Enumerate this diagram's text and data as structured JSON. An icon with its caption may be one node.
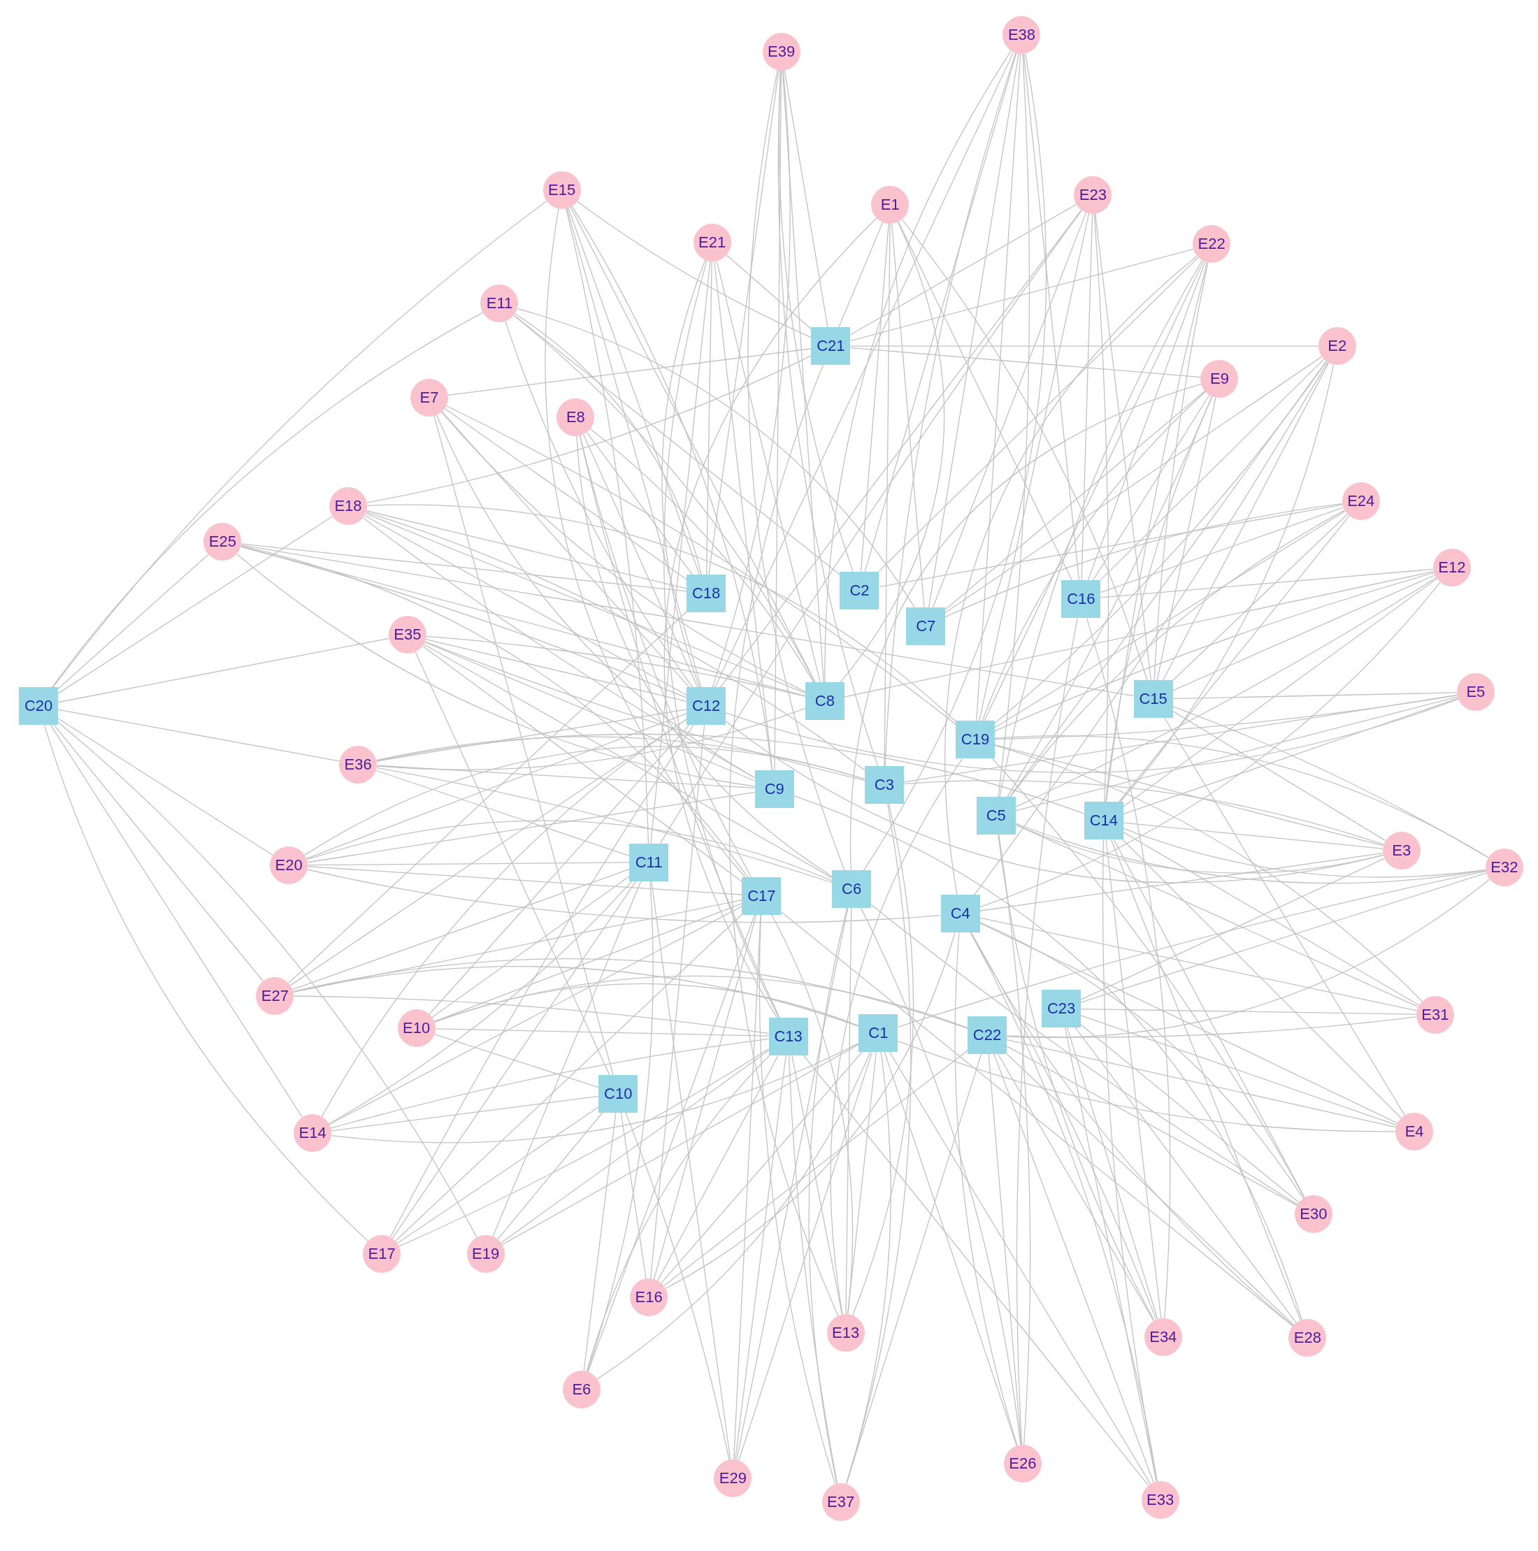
{
  "diagram": {
    "nodes": [
      {
        "text": [
          "E38"
        ]
      },
      {
        "text": [
          "E39"
        ]
      },
      {
        "text": [
          "E15"
        ]
      },
      {
        "text": [
          "E23"
        ]
      },
      {
        "text": [
          "E1"
        ]
      },
      {
        "text": [
          "E21"
        ]
      },
      {
        "text": [
          "E22"
        ]
      },
      {
        "text": [
          "E11"
        ]
      },
      {
        "text": [
          "C21"
        ]
      },
      {
        "text": [
          "E2"
        ]
      },
      {
        "text": [
          "E9"
        ]
      },
      {
        "text": [
          "E7"
        ]
      },
      {
        "text": [
          "E8"
        ]
      },
      {
        "text": [
          "E24"
        ]
      },
      {
        "text": [
          "E18"
        ]
      },
      {
        "text": [
          "E25"
        ]
      },
      {
        "text": [
          "E12"
        ]
      },
      {
        "text": [
          "C2"
        ]
      },
      {
        "text": [
          "C18"
        ]
      },
      {
        "text": [
          "C16"
        ]
      },
      {
        "text": [
          "C7"
        ]
      },
      {
        "text": [
          "E35"
        ]
      },
      {
        "text": [
          "E5"
        ]
      },
      {
        "text": [
          "C15"
        ]
      },
      {
        "text": [
          "C8"
        ]
      },
      {
        "text": [
          "C12"
        ]
      },
      {
        "text": [
          "C20"
        ]
      },
      {
        "text": [
          "C19"
        ]
      },
      {
        "text": [
          "E36"
        ]
      },
      {
        "text": [
          "C3"
        ]
      },
      {
        "text": [
          "C9"
        ]
      },
      {
        "text": [
          "C5"
        ]
      },
      {
        "text": [
          "C14"
        ]
      },
      {
        "text": [
          "E3"
        ]
      },
      {
        "text": [
          "C11"
        ]
      },
      {
        "text": [
          "E20"
        ]
      },
      {
        "text": [
          "E32"
        ]
      },
      {
        "text": [
          "C6"
        ]
      },
      {
        "text": [
          "C17"
        ]
      },
      {
        "text": [
          "C4"
        ]
      },
      {
        "text": [
          "E27"
        ]
      },
      {
        "text": [
          "C23"
        ]
      },
      {
        "text": [
          "E31"
        ]
      },
      {
        "text": [
          "E10"
        ]
      },
      {
        "text": [
          "C1"
        ]
      },
      {
        "text": [
          "C22"
        ]
      },
      {
        "text": [
          "C13"
        ]
      },
      {
        "text": [
          "C10"
        ]
      },
      {
        "text": [
          "E4"
        ]
      },
      {
        "text": [
          "E14"
        ]
      },
      {
        "text": [
          "E30"
        ]
      },
      {
        "text": [
          "E17"
        ]
      },
      {
        "text": [
          "E19"
        ]
      },
      {
        "text": [
          "E16"
        ]
      },
      {
        "text": [
          "E13"
        ]
      },
      {
        "text": [
          "E34"
        ]
      },
      {
        "text": [
          "E28"
        ]
      },
      {
        "text": [
          "E6"
        ]
      },
      {
        "text": [
          "E26"
        ]
      },
      {
        "text": [
          "E29"
        ]
      },
      {
        "text": [
          "E33"
        ]
      },
      {
        "text": [
          "E37"
        ]
      }
    ],
    "edges": [
      {
        "from": 0,
        "to": 17,
        "arrow": "none"
      },
      {
        "from": 0,
        "to": 20,
        "arrow": "none"
      },
      {
        "from": 0,
        "to": 19,
        "arrow": "none"
      },
      {
        "from": 0,
        "to": 27,
        "arrow": "none"
      },
      {
        "from": 0,
        "to": 31,
        "arrow": "none"
      },
      {
        "from": 0,
        "to": 29,
        "arrow": "none"
      },
      {
        "from": 0,
        "to": 37,
        "arrow": "none"
      },
      {
        "from": 0,
        "to": 25,
        "arrow": "none"
      },
      {
        "from": 0,
        "to": 24,
        "arrow": "none"
      },
      {
        "from": 1,
        "to": 8,
        "arrow": "none"
      },
      {
        "from": 1,
        "to": 18,
        "arrow": "none"
      },
      {
        "from": 1,
        "to": 17,
        "arrow": "none"
      },
      {
        "from": 1,
        "to": 24,
        "arrow": "none"
      },
      {
        "from": 1,
        "to": 25,
        "arrow": "none"
      },
      {
        "from": 1,
        "to": 30,
        "arrow": "none"
      },
      {
        "from": 1,
        "to": 29,
        "arrow": "none"
      },
      {
        "from": 1,
        "to": 37,
        "arrow": "none"
      },
      {
        "from": 2,
        "to": 8,
        "arrow": "none"
      },
      {
        "from": 2,
        "to": 18,
        "arrow": "none"
      },
      {
        "from": 2,
        "to": 25,
        "arrow": "none"
      },
      {
        "from": 2,
        "to": 24,
        "arrow": "none"
      },
      {
        "from": 2,
        "to": 34,
        "arrow": "none"
      },
      {
        "from": 2,
        "to": 38,
        "arrow": "none"
      },
      {
        "from": 2,
        "to": 26,
        "arrow": "none"
      },
      {
        "from": 2,
        "to": 30,
        "arrow": "none"
      },
      {
        "from": 4,
        "to": 8,
        "arrow": "none"
      },
      {
        "from": 4,
        "to": 17,
        "arrow": "none"
      },
      {
        "from": 4,
        "to": 20,
        "arrow": "none"
      },
      {
        "from": 4,
        "to": 19,
        "arrow": "none"
      },
      {
        "from": 4,
        "to": 24,
        "arrow": "none"
      },
      {
        "from": 4,
        "to": 29,
        "arrow": "none"
      },
      {
        "from": 4,
        "to": 46,
        "arrow": "none"
      },
      {
        "from": 4,
        "to": 23,
        "arrow": "none"
      },
      {
        "from": 3,
        "to": 8,
        "arrow": "none"
      },
      {
        "from": 3,
        "to": 19,
        "arrow": "none"
      },
      {
        "from": 3,
        "to": 20,
        "arrow": "none"
      },
      {
        "from": 3,
        "to": 27,
        "arrow": "none"
      },
      {
        "from": 3,
        "to": 34,
        "arrow": "none"
      },
      {
        "from": 3,
        "to": 23,
        "arrow": "none"
      },
      {
        "from": 3,
        "to": 32,
        "arrow": "none"
      },
      {
        "from": 3,
        "to": 25,
        "arrow": "none"
      },
      {
        "from": 5,
        "to": 8,
        "arrow": "none"
      },
      {
        "from": 5,
        "to": 18,
        "arrow": "none"
      },
      {
        "from": 5,
        "to": 25,
        "arrow": "none"
      },
      {
        "from": 5,
        "to": 24,
        "arrow": "none"
      },
      {
        "from": 5,
        "to": 30,
        "arrow": "none"
      },
      {
        "from": 5,
        "to": 46,
        "arrow": "none"
      },
      {
        "from": 5,
        "to": 34,
        "arrow": "none"
      },
      {
        "from": 6,
        "to": 8,
        "arrow": "none"
      },
      {
        "from": 6,
        "to": 19,
        "arrow": "none"
      },
      {
        "from": 6,
        "to": 23,
        "arrow": "none"
      },
      {
        "from": 6,
        "to": 17,
        "arrow": "none"
      },
      {
        "from": 6,
        "to": 31,
        "arrow": "none"
      },
      {
        "from": 6,
        "to": 32,
        "arrow": "none"
      },
      {
        "from": 6,
        "to": 27,
        "arrow": "none"
      },
      {
        "from": 6,
        "to": 39,
        "arrow": "none"
      },
      {
        "from": 7,
        "to": 18,
        "arrow": "none"
      },
      {
        "from": 7,
        "to": 25,
        "arrow": "none"
      },
      {
        "from": 7,
        "to": 24,
        "arrow": "none"
      },
      {
        "from": 7,
        "to": 17,
        "arrow": "none"
      },
      {
        "from": 7,
        "to": 20,
        "arrow": "none"
      },
      {
        "from": 7,
        "to": 26,
        "arrow": "none"
      },
      {
        "from": 9,
        "to": 8,
        "arrow": "none"
      },
      {
        "from": 9,
        "to": 19,
        "arrow": "none"
      },
      {
        "from": 9,
        "to": 23,
        "arrow": "none"
      },
      {
        "from": 9,
        "to": 32,
        "arrow": "none"
      },
      {
        "from": 9,
        "to": 27,
        "arrow": "none"
      },
      {
        "from": 9,
        "to": 20,
        "arrow": "none"
      },
      {
        "from": 9,
        "to": 31,
        "arrow": "none"
      },
      {
        "from": 9,
        "to": 39,
        "arrow": "none"
      },
      {
        "from": 10,
        "to": 8,
        "arrow": "none"
      },
      {
        "from": 10,
        "to": 19,
        "arrow": "none"
      },
      {
        "from": 10,
        "to": 23,
        "arrow": "none"
      },
      {
        "from": 10,
        "to": 20,
        "arrow": "none"
      },
      {
        "from": 10,
        "to": 27,
        "arrow": "none"
      },
      {
        "from": 10,
        "to": 32,
        "arrow": "none"
      },
      {
        "from": 10,
        "to": 31,
        "arrow": "none"
      },
      {
        "from": 10,
        "to": 37,
        "arrow": "none"
      },
      {
        "from": 11,
        "to": 8,
        "arrow": "none"
      },
      {
        "from": 11,
        "to": 18,
        "arrow": "none"
      },
      {
        "from": 11,
        "to": 25,
        "arrow": "none"
      },
      {
        "from": 11,
        "to": 24,
        "arrow": "none"
      },
      {
        "from": 11,
        "to": 27,
        "arrow": "none"
      },
      {
        "from": 11,
        "to": 30,
        "arrow": "none"
      },
      {
        "from": 11,
        "to": 47,
        "arrow": "none"
      },
      {
        "from": 12,
        "to": 18,
        "arrow": "none"
      },
      {
        "from": 12,
        "to": 25,
        "arrow": "none"
      },
      {
        "from": 12,
        "to": 24,
        "arrow": "none"
      },
      {
        "from": 12,
        "to": 38,
        "arrow": "none"
      },
      {
        "from": 12,
        "to": 37,
        "arrow": "none"
      },
      {
        "from": 12,
        "to": 46,
        "arrow": "none"
      },
      {
        "from": 13,
        "to": 19,
        "arrow": "none"
      },
      {
        "from": 13,
        "to": 23,
        "arrow": "none"
      },
      {
        "from": 13,
        "to": 32,
        "arrow": "none"
      },
      {
        "from": 13,
        "to": 20,
        "arrow": "none"
      },
      {
        "from": 13,
        "to": 17,
        "arrow": "none"
      },
      {
        "from": 13,
        "to": 27,
        "arrow": "none"
      },
      {
        "from": 13,
        "to": 31,
        "arrow": "none"
      },
      {
        "from": 14,
        "to": 8,
        "arrow": "none"
      },
      {
        "from": 14,
        "to": 18,
        "arrow": "none"
      },
      {
        "from": 14,
        "to": 25,
        "arrow": "none"
      },
      {
        "from": 14,
        "to": 24,
        "arrow": "none"
      },
      {
        "from": 14,
        "to": 30,
        "arrow": "none"
      },
      {
        "from": 14,
        "to": 29,
        "arrow": "none"
      },
      {
        "from": 14,
        "to": 26,
        "arrow": "none"
      },
      {
        "from": 14,
        "to": 27,
        "arrow": "none"
      },
      {
        "from": 15,
        "to": 26,
        "arrow": "none"
      },
      {
        "from": 15,
        "to": 18,
        "arrow": "none"
      },
      {
        "from": 15,
        "to": 25,
        "arrow": "none"
      },
      {
        "from": 15,
        "to": 30,
        "arrow": "none"
      },
      {
        "from": 15,
        "to": 38,
        "arrow": "none"
      },
      {
        "from": 15,
        "to": 24,
        "arrow": "none"
      },
      {
        "from": 15,
        "to": 23,
        "arrow": "none"
      },
      {
        "from": 16,
        "to": 19,
        "arrow": "none"
      },
      {
        "from": 16,
        "to": 23,
        "arrow": "none"
      },
      {
        "from": 16,
        "to": 32,
        "arrow": "none"
      },
      {
        "from": 16,
        "to": 27,
        "arrow": "none"
      },
      {
        "from": 16,
        "to": 24,
        "arrow": "none"
      },
      {
        "from": 16,
        "to": 31,
        "arrow": "none"
      },
      {
        "from": 16,
        "to": 39,
        "arrow": "none"
      },
      {
        "from": 21,
        "to": 25,
        "arrow": "none"
      },
      {
        "from": 21,
        "to": 24,
        "arrow": "none"
      },
      {
        "from": 21,
        "to": 30,
        "arrow": "none"
      },
      {
        "from": 21,
        "to": 29,
        "arrow": "none"
      },
      {
        "from": 21,
        "to": 38,
        "arrow": "none"
      },
      {
        "from": 21,
        "to": 37,
        "arrow": "none"
      },
      {
        "from": 21,
        "to": 26,
        "arrow": "none"
      },
      {
        "from": 21,
        "to": 47,
        "arrow": "none"
      },
      {
        "from": 22,
        "to": 23,
        "arrow": "none"
      },
      {
        "from": 22,
        "to": 32,
        "arrow": "none"
      },
      {
        "from": 22,
        "to": 27,
        "arrow": "none"
      },
      {
        "from": 22,
        "to": 25,
        "arrow": "none"
      },
      {
        "from": 22,
        "to": 31,
        "arrow": "none"
      },
      {
        "from": 22,
        "to": 29,
        "arrow": "none"
      },
      {
        "from": 28,
        "to": 25,
        "arrow": "none"
      },
      {
        "from": 28,
        "to": 24,
        "arrow": "none"
      },
      {
        "from": 28,
        "to": 30,
        "arrow": "none"
      },
      {
        "from": 28,
        "to": 29,
        "arrow": "none"
      },
      {
        "from": 28,
        "to": 34,
        "arrow": "none"
      },
      {
        "from": 28,
        "to": 37,
        "arrow": "none"
      },
      {
        "from": 28,
        "to": 26,
        "arrow": "none"
      },
      {
        "from": 28,
        "to": 32,
        "arrow": "none"
      },
      {
        "from": 33,
        "to": 32,
        "arrow": "none"
      },
      {
        "from": 33,
        "to": 23,
        "arrow": "none"
      },
      {
        "from": 33,
        "to": 31,
        "arrow": "none"
      },
      {
        "from": 33,
        "to": 29,
        "arrow": "none"
      },
      {
        "from": 33,
        "to": 27,
        "arrow": "none"
      },
      {
        "from": 33,
        "to": 39,
        "arrow": "none"
      },
      {
        "from": 33,
        "to": 41,
        "arrow": "none"
      },
      {
        "from": 33,
        "to": 25,
        "arrow": "none"
      },
      {
        "from": 35,
        "to": 34,
        "arrow": "none"
      },
      {
        "from": 35,
        "to": 25,
        "arrow": "none"
      },
      {
        "from": 35,
        "to": 30,
        "arrow": "none"
      },
      {
        "from": 35,
        "to": 38,
        "arrow": "none"
      },
      {
        "from": 35,
        "to": 37,
        "arrow": "none"
      },
      {
        "from": 35,
        "to": 29,
        "arrow": "none"
      },
      {
        "from": 35,
        "to": 26,
        "arrow": "none"
      },
      {
        "from": 35,
        "to": 39,
        "arrow": "none"
      },
      {
        "from": 36,
        "to": 32,
        "arrow": "none"
      },
      {
        "from": 36,
        "to": 23,
        "arrow": "none"
      },
      {
        "from": 36,
        "to": 31,
        "arrow": "none"
      },
      {
        "from": 36,
        "to": 27,
        "arrow": "none"
      },
      {
        "from": 36,
        "to": 41,
        "arrow": "none"
      },
      {
        "from": 36,
        "to": 45,
        "arrow": "none"
      },
      {
        "from": 36,
        "to": 44,
        "arrow": "none"
      },
      {
        "from": 40,
        "to": 34,
        "arrow": "none"
      },
      {
        "from": 40,
        "to": 25,
        "arrow": "none"
      },
      {
        "from": 40,
        "to": 38,
        "arrow": "none"
      },
      {
        "from": 40,
        "to": 46,
        "arrow": "none"
      },
      {
        "from": 40,
        "to": 44,
        "arrow": "none"
      },
      {
        "from": 40,
        "to": 45,
        "arrow": "none"
      },
      {
        "from": 40,
        "to": 26,
        "arrow": "none"
      },
      {
        "from": 40,
        "to": 18,
        "arrow": "none"
      },
      {
        "from": 42,
        "to": 32,
        "arrow": "none"
      },
      {
        "from": 42,
        "to": 41,
        "arrow": "none"
      },
      {
        "from": 42,
        "to": 45,
        "arrow": "none"
      },
      {
        "from": 42,
        "to": 39,
        "arrow": "none"
      },
      {
        "from": 42,
        "to": 31,
        "arrow": "none"
      },
      {
        "from": 42,
        "to": 27,
        "arrow": "none"
      },
      {
        "from": 43,
        "to": 34,
        "arrow": "none"
      },
      {
        "from": 43,
        "to": 46,
        "arrow": "none"
      },
      {
        "from": 43,
        "to": 44,
        "arrow": "none"
      },
      {
        "from": 43,
        "to": 45,
        "arrow": "none"
      },
      {
        "from": 43,
        "to": 25,
        "arrow": "none"
      },
      {
        "from": 43,
        "to": 47,
        "arrow": "none"
      },
      {
        "from": 43,
        "to": 38,
        "arrow": "none"
      },
      {
        "from": 48,
        "to": 32,
        "arrow": "none"
      },
      {
        "from": 48,
        "to": 41,
        "arrow": "none"
      },
      {
        "from": 48,
        "to": 45,
        "arrow": "none"
      },
      {
        "from": 48,
        "to": 39,
        "arrow": "none"
      },
      {
        "from": 48,
        "to": 23,
        "arrow": "none"
      },
      {
        "from": 48,
        "to": 44,
        "arrow": "none"
      },
      {
        "from": 49,
        "to": 34,
        "arrow": "none"
      },
      {
        "from": 49,
        "to": 47,
        "arrow": "none"
      },
      {
        "from": 49,
        "to": 46,
        "arrow": "none"
      },
      {
        "from": 49,
        "to": 44,
        "arrow": "none"
      },
      {
        "from": 49,
        "to": 26,
        "arrow": "none"
      },
      {
        "from": 49,
        "to": 25,
        "arrow": "none"
      },
      {
        "from": 49,
        "to": 38,
        "arrow": "none"
      },
      {
        "from": 50,
        "to": 32,
        "arrow": "none"
      },
      {
        "from": 50,
        "to": 41,
        "arrow": "none"
      },
      {
        "from": 50,
        "to": 45,
        "arrow": "none"
      },
      {
        "from": 50,
        "to": 39,
        "arrow": "none"
      },
      {
        "from": 50,
        "to": 37,
        "arrow": "none"
      },
      {
        "from": 50,
        "to": 27,
        "arrow": "none"
      },
      {
        "from": 51,
        "to": 34,
        "arrow": "none"
      },
      {
        "from": 51,
        "to": 47,
        "arrow": "none"
      },
      {
        "from": 51,
        "to": 46,
        "arrow": "none"
      },
      {
        "from": 51,
        "to": 25,
        "arrow": "none"
      },
      {
        "from": 51,
        "to": 26,
        "arrow": "none"
      },
      {
        "from": 51,
        "to": 38,
        "arrow": "none"
      },
      {
        "from": 52,
        "to": 47,
        "arrow": "none"
      },
      {
        "from": 52,
        "to": 46,
        "arrow": "none"
      },
      {
        "from": 52,
        "to": 34,
        "arrow": "none"
      },
      {
        "from": 52,
        "to": 44,
        "arrow": "none"
      },
      {
        "from": 52,
        "to": 26,
        "arrow": "none"
      },
      {
        "from": 53,
        "to": 47,
        "arrow": "none"
      },
      {
        "from": 53,
        "to": 46,
        "arrow": "none"
      },
      {
        "from": 53,
        "to": 44,
        "arrow": "none"
      },
      {
        "from": 53,
        "to": 38,
        "arrow": "none"
      },
      {
        "from": 53,
        "to": 25,
        "arrow": "none"
      },
      {
        "from": 53,
        "to": 39,
        "arrow": "none"
      },
      {
        "from": 53,
        "to": 45,
        "arrow": "none"
      },
      {
        "from": 54,
        "to": 46,
        "arrow": "none"
      },
      {
        "from": 54,
        "to": 44,
        "arrow": "none"
      },
      {
        "from": 54,
        "to": 37,
        "arrow": "none"
      },
      {
        "from": 54,
        "to": 38,
        "arrow": "none"
      },
      {
        "from": 54,
        "to": 8,
        "arrow": "none"
      },
      {
        "from": 54,
        "to": 29,
        "arrow": "none"
      },
      {
        "from": 54,
        "to": 27,
        "arrow": "none"
      },
      {
        "from": 55,
        "to": 41,
        "arrow": "none"
      },
      {
        "from": 55,
        "to": 45,
        "arrow": "none"
      },
      {
        "from": 55,
        "to": 32,
        "arrow": "none"
      },
      {
        "from": 55,
        "to": 19,
        "arrow": "none"
      },
      {
        "from": 55,
        "to": 39,
        "arrow": "none"
      },
      {
        "from": 55,
        "to": 31,
        "arrow": "none"
      },
      {
        "from": 56,
        "to": 41,
        "arrow": "none"
      },
      {
        "from": 56,
        "to": 45,
        "arrow": "none"
      },
      {
        "from": 56,
        "to": 39,
        "arrow": "none"
      },
      {
        "from": 56,
        "to": 32,
        "arrow": "none"
      },
      {
        "from": 56,
        "to": 30,
        "arrow": "none"
      },
      {
        "from": 56,
        "to": 38,
        "arrow": "none"
      },
      {
        "from": 57,
        "to": 47,
        "arrow": "none"
      },
      {
        "from": 57,
        "to": 34,
        "arrow": "none"
      },
      {
        "from": 57,
        "to": 46,
        "arrow": "none"
      },
      {
        "from": 57,
        "to": 38,
        "arrow": "none"
      },
      {
        "from": 57,
        "to": 44,
        "arrow": "none"
      },
      {
        "from": 58,
        "to": 45,
        "arrow": "none"
      },
      {
        "from": 58,
        "to": 44,
        "arrow": "none"
      },
      {
        "from": 58,
        "to": 39,
        "arrow": "none"
      },
      {
        "from": 58,
        "to": 37,
        "arrow": "none"
      },
      {
        "from": 58,
        "to": 19,
        "arrow": "none"
      },
      {
        "from": 58,
        "to": 31,
        "arrow": "none"
      },
      {
        "from": 59,
        "to": 46,
        "arrow": "none"
      },
      {
        "from": 59,
        "to": 47,
        "arrow": "none"
      },
      {
        "from": 59,
        "to": 37,
        "arrow": "none"
      },
      {
        "from": 59,
        "to": 38,
        "arrow": "none"
      },
      {
        "from": 59,
        "to": 34,
        "arrow": "none"
      },
      {
        "from": 59,
        "to": 44,
        "arrow": "none"
      },
      {
        "from": 60,
        "to": 45,
        "arrow": "none"
      },
      {
        "from": 60,
        "to": 41,
        "arrow": "none"
      },
      {
        "from": 60,
        "to": 44,
        "arrow": "none"
      },
      {
        "from": 60,
        "to": 32,
        "arrow": "none"
      },
      {
        "from": 60,
        "to": 39,
        "arrow": "none"
      },
      {
        "from": 60,
        "to": 46,
        "arrow": "none"
      },
      {
        "from": 61,
        "to": 44,
        "arrow": "none"
      },
      {
        "from": 61,
        "to": 46,
        "arrow": "none"
      },
      {
        "from": 61,
        "to": 37,
        "arrow": "none"
      },
      {
        "from": 61,
        "to": 38,
        "arrow": "none"
      },
      {
        "from": 61,
        "to": 45,
        "arrow": "none"
      },
      {
        "from": 61,
        "to": 29,
        "arrow": "none"
      }
    ]
  }
}
